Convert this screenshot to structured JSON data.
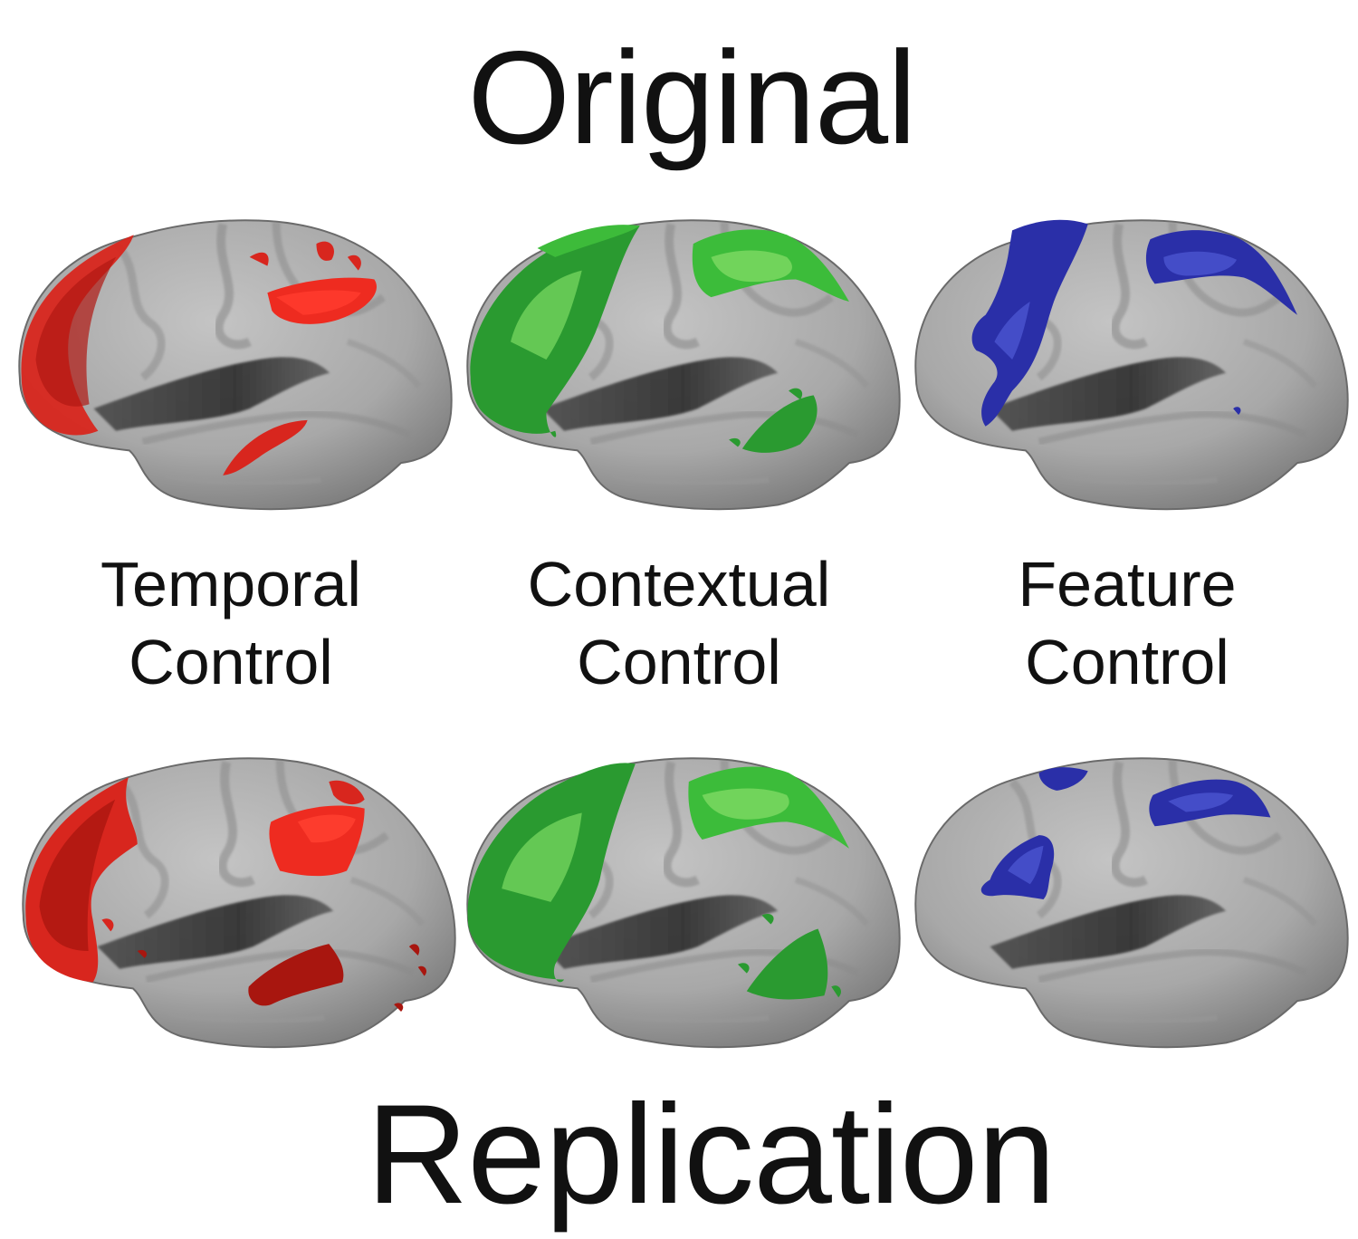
{
  "titles": {
    "top": "Original",
    "bottom": "Replication"
  },
  "conditions": [
    {
      "line1": "Temporal",
      "line2": "Control",
      "color": "#e02a22"
    },
    {
      "line1": "Contextual",
      "line2": "Control",
      "color": "#2fae35"
    },
    {
      "line1": "Feature",
      "line2": "Control",
      "color": "#2a2fae"
    }
  ],
  "surface_color": "#a9a9a9"
}
